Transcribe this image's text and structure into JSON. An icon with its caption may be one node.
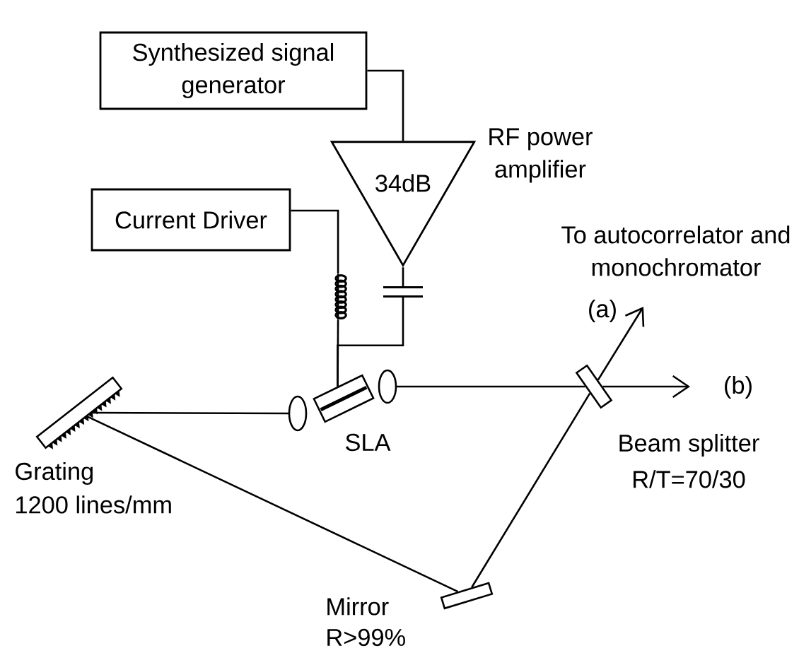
{
  "diagram": {
    "nodes": [
      {
        "text": [
          "Synthesized signal generator"
        ]
      },
      {
        "text": [
          "34dB"
        ],
        "beside": [
          "RF power amplifier"
        ]
      },
      {
        "text": [
          "Current Driver"
        ]
      },
      {
        "text": [],
        "shape": "coil"
      },
      {
        "text": [],
        "shape": "capacitor"
      },
      {
        "text": [
          "Grating",
          "1200 lines/mm"
        ]
      },
      {
        "text": [
          "SLA"
        ]
      },
      {
        "text": [
          "Beam splitter",
          "R/T=70/30"
        ]
      },
      {
        "text": [
          "Mirror",
          "R>99%"
        ]
      }
    ],
    "edges": [
      {
        "from": 0,
        "to": 1,
        "arrow": "none"
      },
      {
        "from": 2,
        "to": 3,
        "arrow": "none"
      },
      {
        "from": 3,
        "to": 6,
        "arrow": "none"
      },
      {
        "from": 1,
        "to": 4,
        "arrow": "none"
      },
      {
        "from": 4,
        "to": 6,
        "arrow": "none"
      },
      {
        "from": 5,
        "to": 6,
        "arrow": "none"
      },
      {
        "from": 6,
        "to": 7,
        "arrow": "none"
      },
      {
        "from": 5,
        "to": 8,
        "arrow": "none"
      },
      {
        "from": 8,
        "to": 7,
        "arrow": "none"
      },
      {
        "from": 7,
        "to": null,
        "arrow": "to",
        "label": "(a)"
      },
      {
        "from": 7,
        "to": null,
        "arrow": "to",
        "label": "(b)"
      }
    ],
    "labels": [
      "To autocorrelator and monochromator"
    ]
  }
}
